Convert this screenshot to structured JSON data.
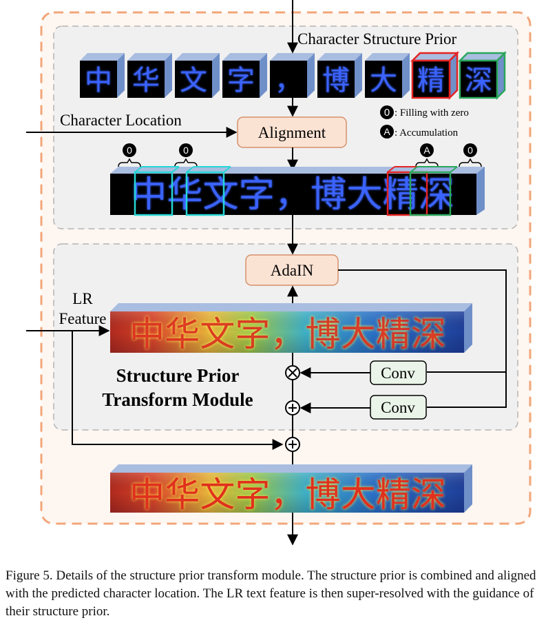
{
  "labels": {
    "structure_prior": "Character Structure Prior",
    "char_location": "Character Location",
    "alignment": "Alignment",
    "adain": "AdaIN",
    "lr_feature_line1": "LR",
    "lr_feature_line2": "Feature",
    "module_line1": "Structure Prior",
    "module_line2": "Transform Module",
    "conv1": "Conv",
    "conv2": "Conv"
  },
  "legend": {
    "zero_symbol": "0",
    "zero_text": ": Filling with zero",
    "acc_symbol": "A",
    "acc_text": ": Accumulation"
  },
  "characters": [
    "中",
    "华",
    "文",
    "字",
    "，",
    "博",
    "大",
    "精",
    "深"
  ],
  "strip_text": "中华文字，博大精深",
  "feature_text": "中华文字，博大精深",
  "markers": [
    "0",
    "0",
    "A",
    "0"
  ],
  "colors": {
    "frame": "#f2a679",
    "panel_border": "#b4b4b4",
    "box_fill": "#fbe3d4",
    "box_border": "#d5906a",
    "glyph": "#3a63ff",
    "cyan": "#26d6d6",
    "red": "#e52222",
    "green": "#2aa65a"
  },
  "caption": "Figure 5.  Details of the structure prior transform module. The structure prior is combined and aligned with the predicted character location. The LR text feature is then super-resolved with the guidance of their structure prior."
}
